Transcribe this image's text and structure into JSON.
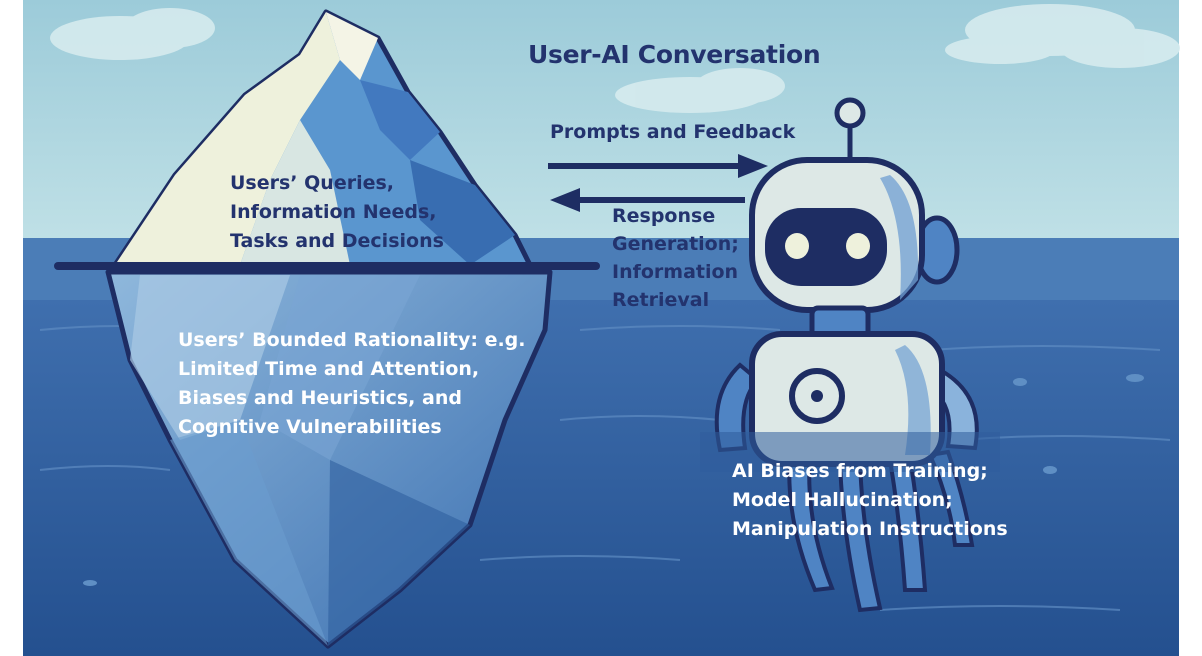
{
  "title": "User-AI Conversation",
  "arrow_forward_label": "Prompts and Feedback",
  "arrow_back_label": [
    "Response",
    "Generation;",
    "Information",
    "Retrieval"
  ],
  "iceberg_tip_label": [
    "Users’ Queries,",
    "Information Needs,",
    "Tasks and Decisions"
  ],
  "iceberg_underwater_label": [
    "Users’ Bounded Rationality: e.g.",
    "Limited Time and Attention,",
    "Biases and Heuristics, and",
    "Cognitive Vulnerabilities"
  ],
  "robot_underwater_label": [
    "AI Biases from Training;",
    "Model Hallucination;",
    "Manipulation Instructions"
  ],
  "colors": {
    "sky": "#a9d2de",
    "sea_surface": "#4d7eb8",
    "deep_sea": "#2d5a99",
    "outline": "#1e2d63",
    "ice_light": "#eef1dc",
    "ice_blue": "#5a96cf",
    "robot_body": "#dde8e6",
    "text_dark": "#23336e",
    "text_light": "#ffffff"
  }
}
